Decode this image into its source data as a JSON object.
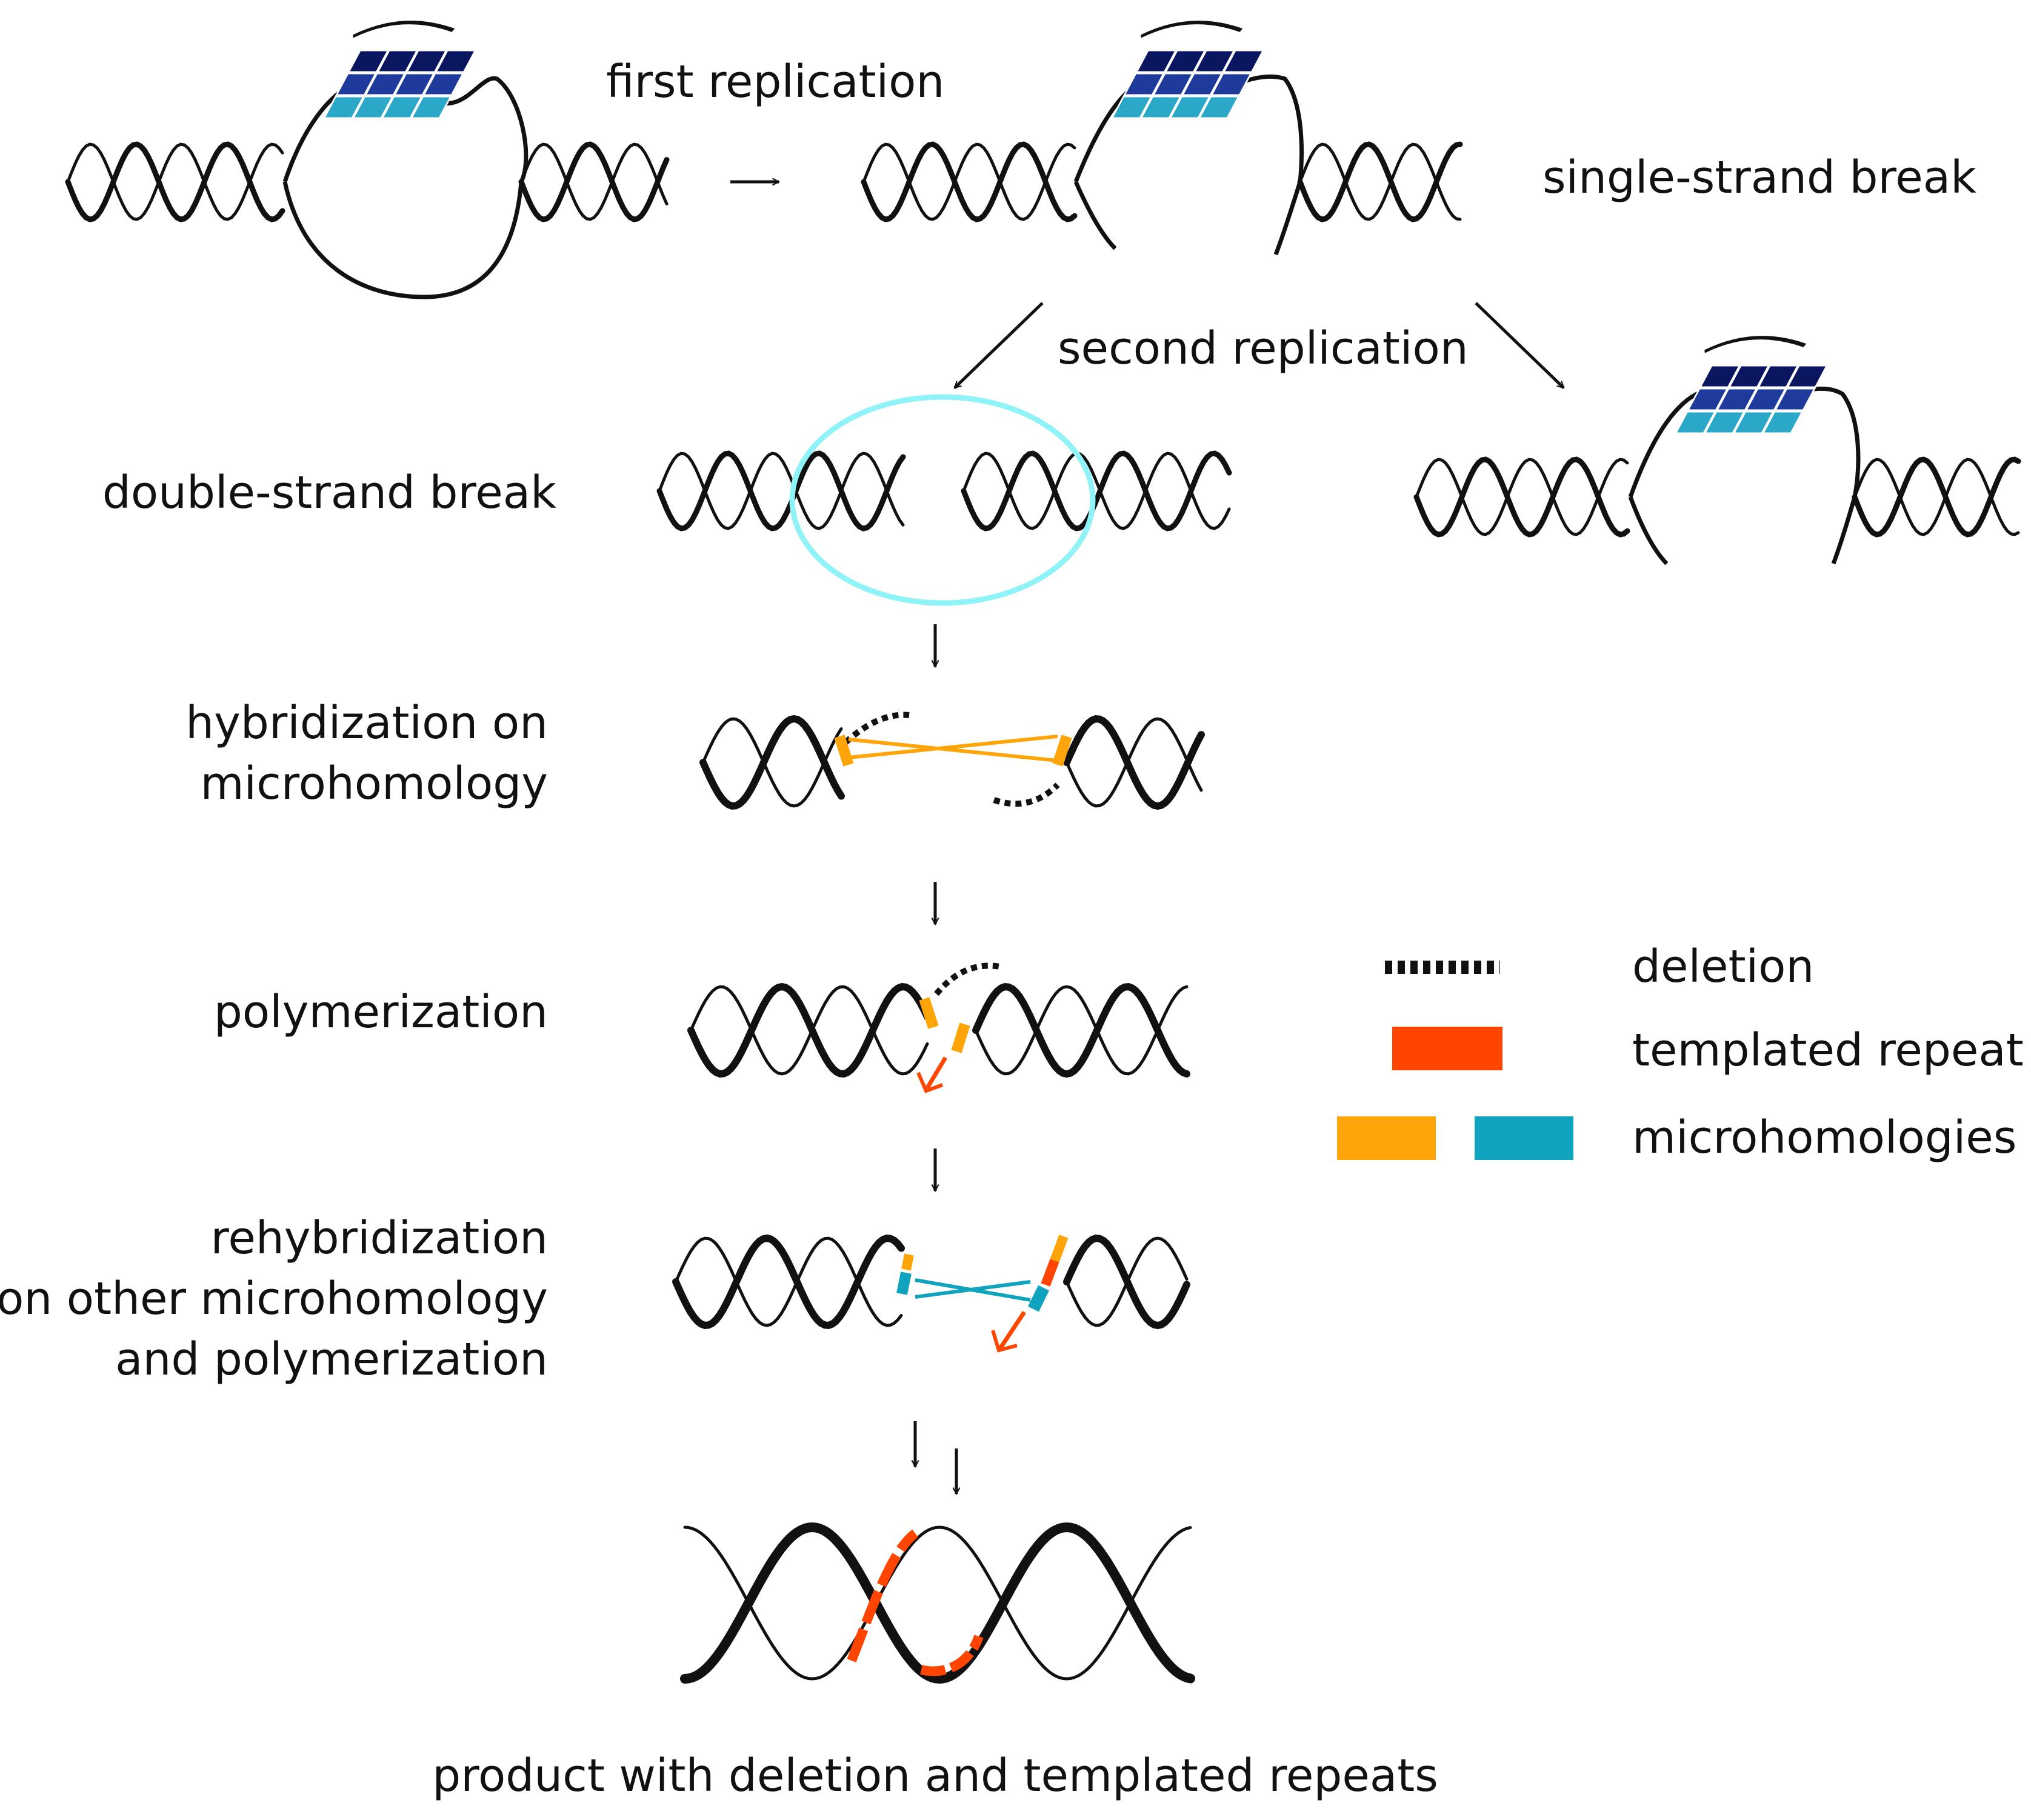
{
  "labels": {
    "first_replication": "first replication",
    "single_strand_break": "single-strand break",
    "second_replication": "second replication",
    "double_strand_break": "double-strand break",
    "hybridization_line1": "hybridization on",
    "hybridization_line2": "microhomology",
    "polymerization": "polymerization",
    "rehybridization_line1": "rehybridization",
    "rehybridization_line2": "on other microhomology",
    "rehybridization_line3": "and polymerization",
    "product": "product with deletion and templated repeats"
  },
  "legend": {
    "deletion": "deletion",
    "templated_repeat": "templated repeat",
    "microhomologies": "microhomologies"
  },
  "colors": {
    "strand": "#111111",
    "microhomology_orange": "#FFA50A",
    "microhomology_teal": "#0FA3BD",
    "templated_repeat": "#FF4500",
    "break_highlight": "#8FF3F7",
    "g4_dark": "#0B1660",
    "g4_mid": "#1E3A9A",
    "g4_light": "#2BA8C8"
  },
  "icons": {
    "quadruplex": "g-quadruplex-icon",
    "arrow": "arrow-icon"
  }
}
